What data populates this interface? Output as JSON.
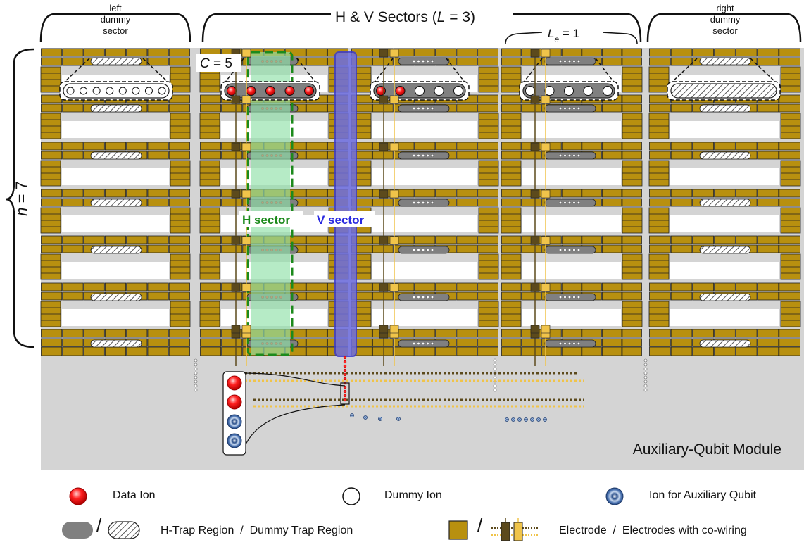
{
  "header": {
    "main_prefix": "H & V Sectors (",
    "main_L": "L",
    "main_eq": " = 3)",
    "left_dummy": [
      "left",
      "dummy",
      "sector"
    ],
    "right_dummy": [
      "right",
      "dummy",
      "sector"
    ],
    "le_L": "L",
    "le_sub": "e",
    "le_eq": " = 1"
  },
  "side": {
    "n_var": "n",
    "n_eq": " = 7"
  },
  "labels": {
    "c_var": "C",
    "c_eq": " = 5",
    "h_sector": "H sector",
    "v_sector": "V sector",
    "aux_module": "Auxiliary-Qubit Module"
  },
  "legend": {
    "data_ion": "Data Ion",
    "dummy_ion": "Dummy Ion",
    "aux_ion": "Ion for Auxiliary Qubit",
    "trap_region": "H-Trap Region  /  Dummy Trap Region",
    "electrode": "Electrode  /  Electrodes with co-wiring",
    "slash": "/"
  },
  "colors": {
    "electrode": "#b8900f",
    "electrode_dark": "#5c4a1c",
    "electrode_light": "#f0c44a",
    "module_bg": "#d4d4d4",
    "h_sector": "#8fe0a8",
    "h_sector_border": "#1c8a1c",
    "v_sector": "#6d6de0",
    "data_ion": "#e01010",
    "trap_region": "#808080"
  },
  "zoom_ions": {
    "h_sector": [
      "data",
      "data",
      "data",
      "data",
      "data"
    ],
    "sector2": [
      "data",
      "data",
      "dummy",
      "dummy",
      "dummy"
    ],
    "sector3": [
      "dummy",
      "dummy",
      "dummy",
      "dummy",
      "dummy"
    ],
    "left_dummy": [
      "dummy",
      "dummy",
      "dummy",
      "dummy",
      "dummy",
      "dummy",
      "dummy",
      "dummy"
    ]
  }
}
